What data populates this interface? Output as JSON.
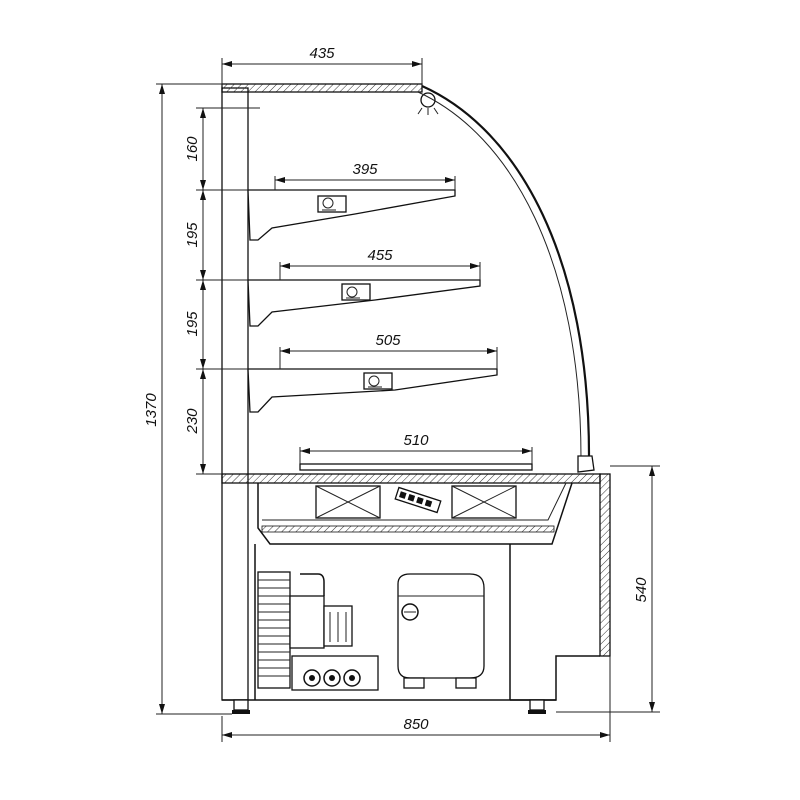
{
  "dimensions": {
    "top_width": "435",
    "shelf1_gap": "160",
    "shelf1_depth": "395",
    "shelf2_gap": "195",
    "shelf2_depth": "455",
    "shelf3_gap": "195",
    "shelf3_depth": "505",
    "bottom_gap": "230",
    "base_depth": "510",
    "total_height": "1370",
    "counter_height": "540",
    "total_depth": "850"
  }
}
